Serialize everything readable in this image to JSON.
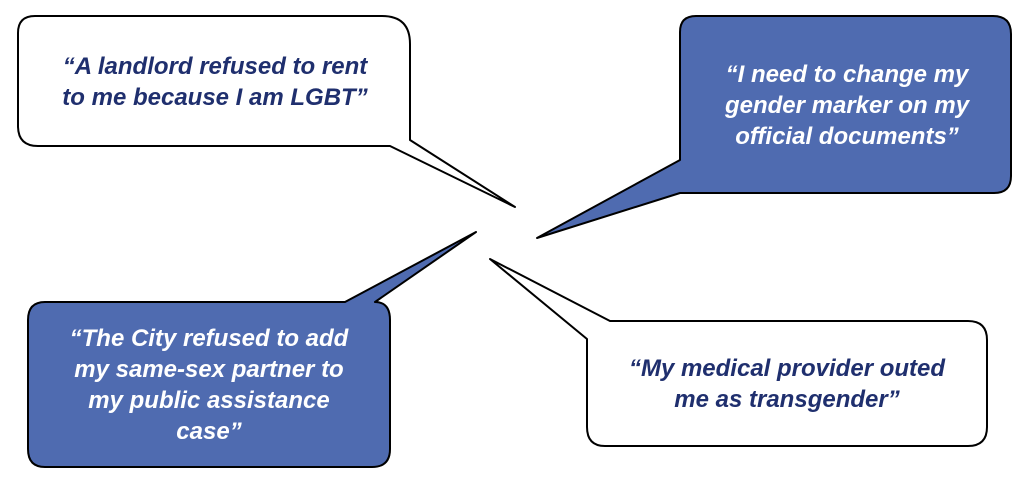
{
  "colors": {
    "bubble_fill_light": "#ffffff",
    "bubble_fill_dark": "#4f6bb0",
    "bubble_stroke": "#000000",
    "text_on_light": "#1f2f6e",
    "text_on_dark": "#ffffff"
  },
  "bubbles": [
    {
      "id": "landlord",
      "style": "light",
      "text": "“A landlord refused to rent\nto me because I am LGBT”"
    },
    {
      "id": "gender-marker",
      "style": "dark",
      "text": "“I need to change my\ngender marker on my\nofficial documents”"
    },
    {
      "id": "city-partner",
      "style": "dark",
      "text": "“The City refused to add\nmy same-sex partner to\nmy public assistance\ncase”"
    },
    {
      "id": "medical-provider",
      "style": "light",
      "text": "“My medical provider outed\nme as transgender”"
    }
  ]
}
